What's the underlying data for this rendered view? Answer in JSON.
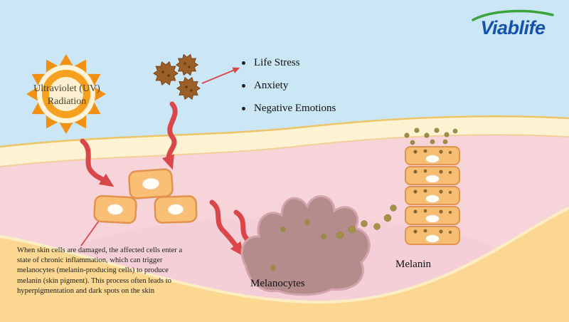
{
  "logo": {
    "text": "Viablife"
  },
  "sun": {
    "label_line1": "Ultraviolet (UV)",
    "label_line2": "Radiation"
  },
  "stress_list": {
    "items": [
      "Life Stress",
      "Anxiety",
      "Negative Emotions"
    ]
  },
  "labels": {
    "melanocytes": "Melanocytes",
    "melanin": "Melanin"
  },
  "caption": {
    "text": "When skin cells are damaged, the affected cells enter a state of chronic inflammation, which can trigger melanocytes (melanin-producing cells) to produce melanin (skin pigment). This process often leads to hyperpigmentation and dark spots on the skin"
  },
  "colors": {
    "sky": "#cbe6f5",
    "epidermis_cream": "#fdf3d2",
    "surface_line": "#eec468",
    "dermis_pink": "#f6d4da",
    "hypodermis_yellow": "#fbd791",
    "cell_orange": "#f9c075",
    "cell_stroke": "#e2924e",
    "melanocyte": "#b48c8c",
    "melanin_dot": "#a39049",
    "arrow_red": "#d9474a",
    "sun_orange": "#f29111",
    "stress_brown": "#9b5f28",
    "logo_blue": "#1553ad",
    "logo_green": "#3ba43a"
  }
}
